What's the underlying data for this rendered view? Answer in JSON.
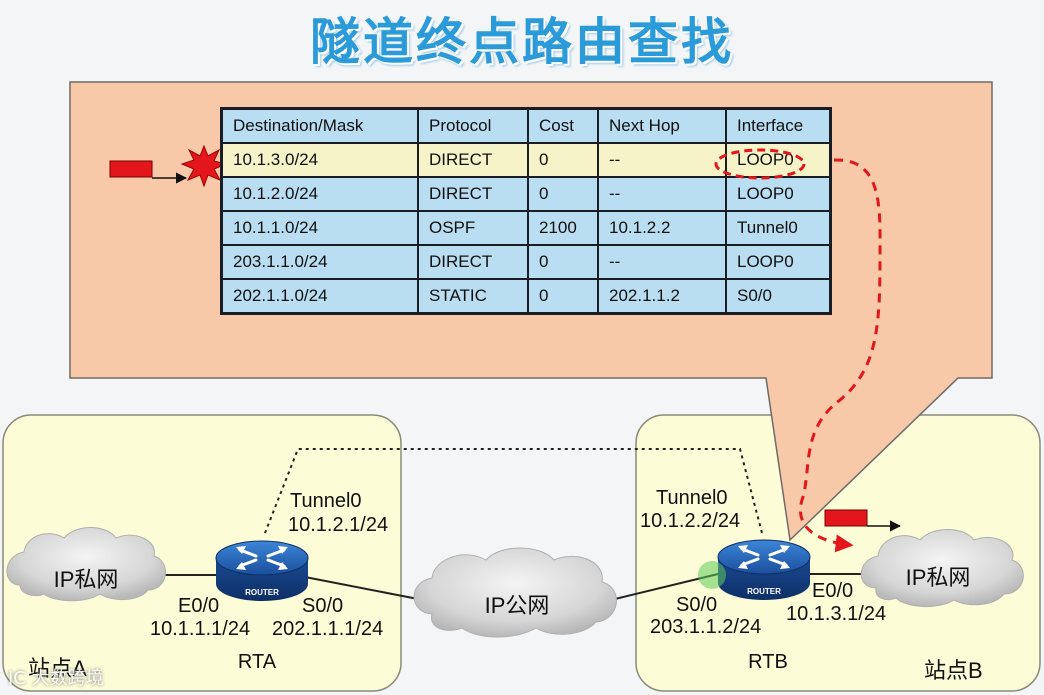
{
  "title": "隧道终点路由查找",
  "route_table": {
    "headers": [
      "Destination/Mask",
      "Protocol",
      "Cost",
      "Next  Hop",
      "Interface"
    ],
    "rows": [
      [
        "10.1.3.0/24",
        "DIRECT",
        "0",
        "--",
        "LOOP0"
      ],
      [
        "10.1.2.0/24",
        "DIRECT",
        "0",
        "--",
        "LOOP0"
      ],
      [
        "10.1.1.0/24",
        "OSPF",
        "2100",
        "10.1.2.2",
        "Tunnel0"
      ],
      [
        "203.1.1.0/24",
        "DIRECT",
        "0",
        "--",
        "LOOP0"
      ],
      [
        "202.1.1.0/24",
        "STATIC",
        "0",
        "202.1.1.2",
        "S0/0"
      ]
    ],
    "highlighted_row": 0
  },
  "site_a": {
    "name": "站点A",
    "cloud_label": "IP私网",
    "router_name": "RTA",
    "router_badge": "ROUTER",
    "tunnel_label": "Tunnel0",
    "tunnel_ip": "10.1.2.1/24",
    "e_iface": "E0/0",
    "e_ip": "10.1.1.1/24",
    "s_iface": "S0/0",
    "s_ip": "202.1.1.1/24"
  },
  "site_b": {
    "name": "站点B",
    "cloud_label": "IP私网",
    "router_name": "RTB",
    "router_badge": "ROUTER",
    "tunnel_label": "Tunnel0",
    "tunnel_ip": "10.1.2.2/24",
    "e_iface": "E0/0",
    "e_ip": "10.1.3.1/24",
    "s_iface": "S0/0",
    "s_ip": "203.1.1.2/24"
  },
  "public_cloud_label": "IP公网",
  "watermark": "IC 大数跨境",
  "colors": {
    "callout_fill": "#f7c9a8",
    "site_fill": "#fcfcd6",
    "packet": "#e3161b",
    "path_dash": "#e3161b",
    "title": "#2a9bd8",
    "table_cell": "#b9def2",
    "table_highlight": "#f6f3c8",
    "router_body": "#1f5fb0"
  }
}
